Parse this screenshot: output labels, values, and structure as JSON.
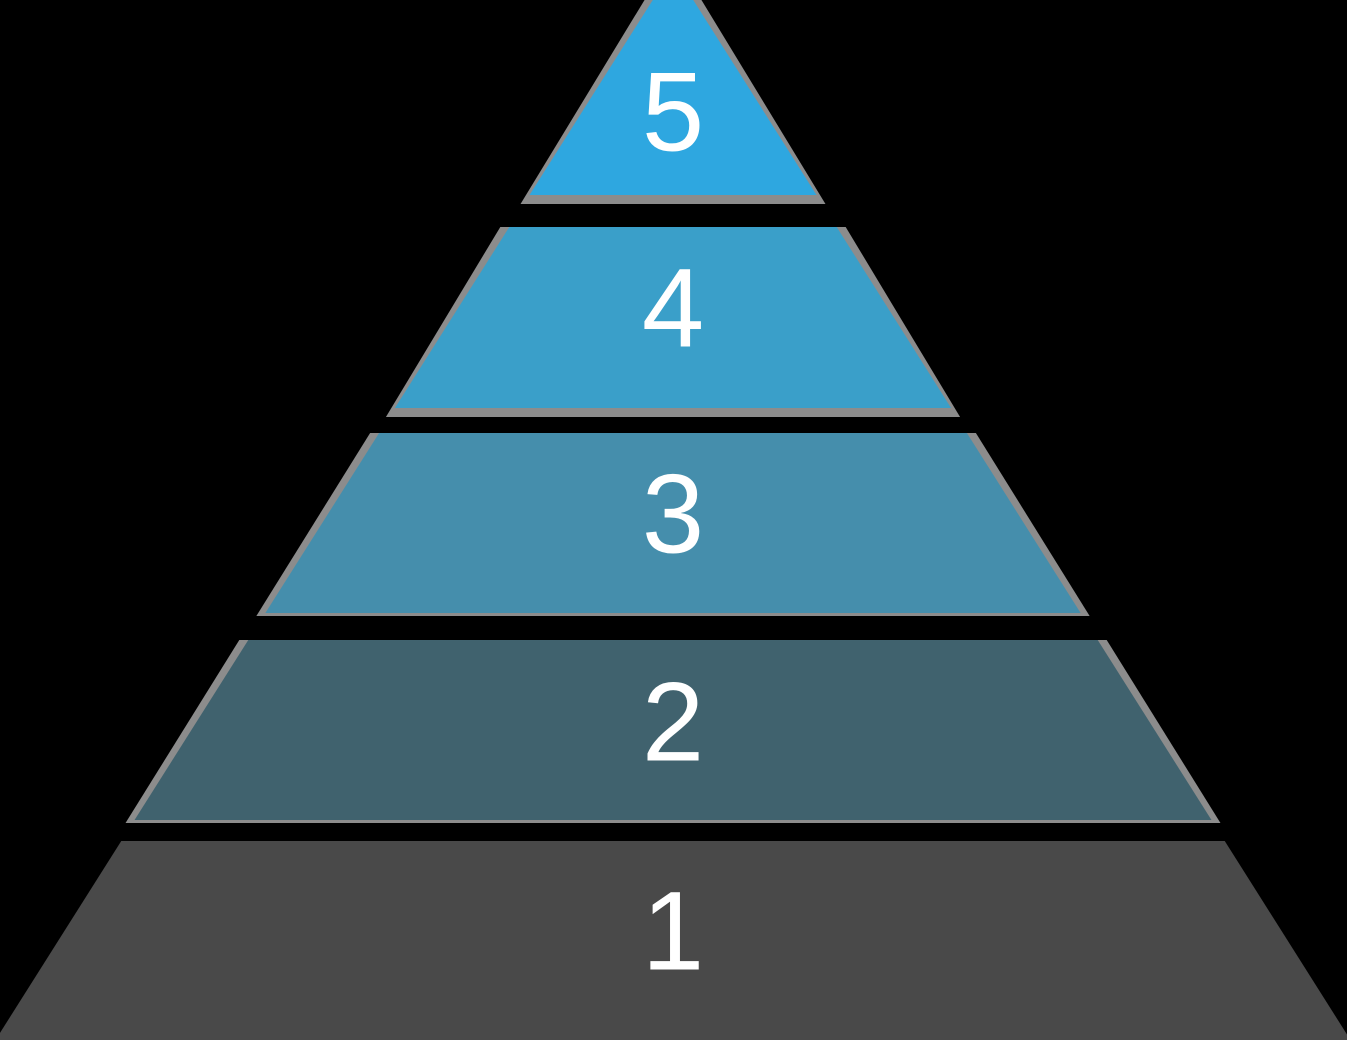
{
  "diagram_title": "",
  "colors": {
    "background": "#000000",
    "shadow": "#8c8c8c",
    "label_text": "#ffffff"
  },
  "chart_data": {
    "type": "pyramid",
    "orientation": "point-up",
    "num_levels": 5,
    "levels": [
      {
        "label": "5",
        "color": "#2ea7e0"
      },
      {
        "label": "4",
        "color": "#3a9fc9"
      },
      {
        "label": "3",
        "color": "#458eac"
      },
      {
        "label": "2",
        "color": "#40626e"
      },
      {
        "label": "1",
        "color": "#494949"
      }
    ],
    "notes": "Five stacked pyramid levels numbered 5 (apex, light blue) to 1 (base, dark gray), separated by transparent gaps, each upper level with a gray drop-shadow outline; apex and base are cropped by the canvas edges."
  }
}
